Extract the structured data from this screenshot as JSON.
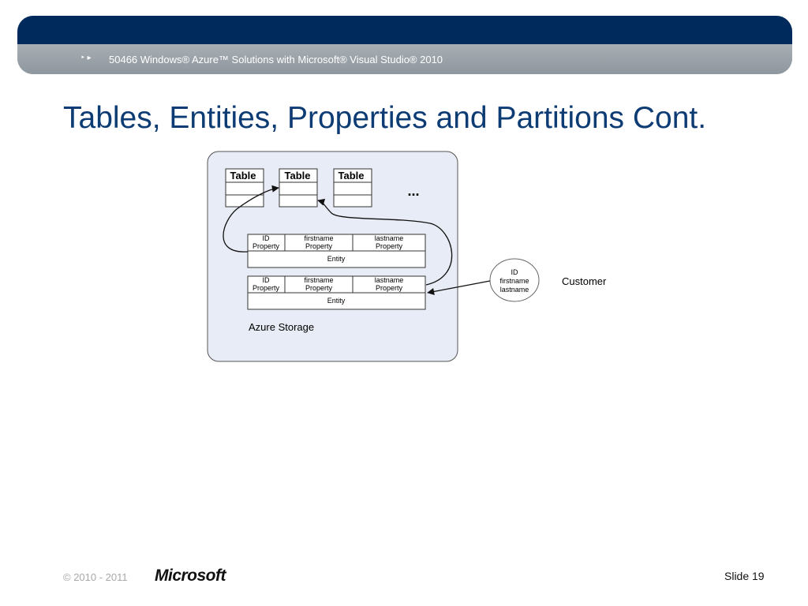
{
  "header": {
    "course": "50466 Windows® Azure™ Solutions with Microsoft® Visual Studio® 2010",
    "bullets": "‣ ▸"
  },
  "slide": {
    "title": "Tables, Entities, Properties and Partitions Cont."
  },
  "diagram": {
    "tables": [
      {
        "label": "Table"
      },
      {
        "label": "Table"
      },
      {
        "label": "Table"
      }
    ],
    "ellipsis": "...",
    "entities": [
      {
        "cells": [
          {
            "name": "ID",
            "kind": "Property"
          },
          {
            "name": "firstname",
            "kind": "Property"
          },
          {
            "name": "lastname",
            "kind": "Property"
          }
        ],
        "label": "Entity"
      },
      {
        "cells": [
          {
            "name": "ID",
            "kind": "Property"
          },
          {
            "name": "firstname",
            "kind": "Property"
          },
          {
            "name": "lastname",
            "kind": "Property"
          }
        ],
        "label": "Entity"
      }
    ],
    "storage_label": "Azure Storage",
    "customer": {
      "fields": [
        "ID",
        "firstname",
        "lastname"
      ],
      "label": "Customer"
    }
  },
  "footer": {
    "copyright": "© 2010 - 2011",
    "logo": "Microsoft",
    "slide_number": "Slide 19"
  }
}
